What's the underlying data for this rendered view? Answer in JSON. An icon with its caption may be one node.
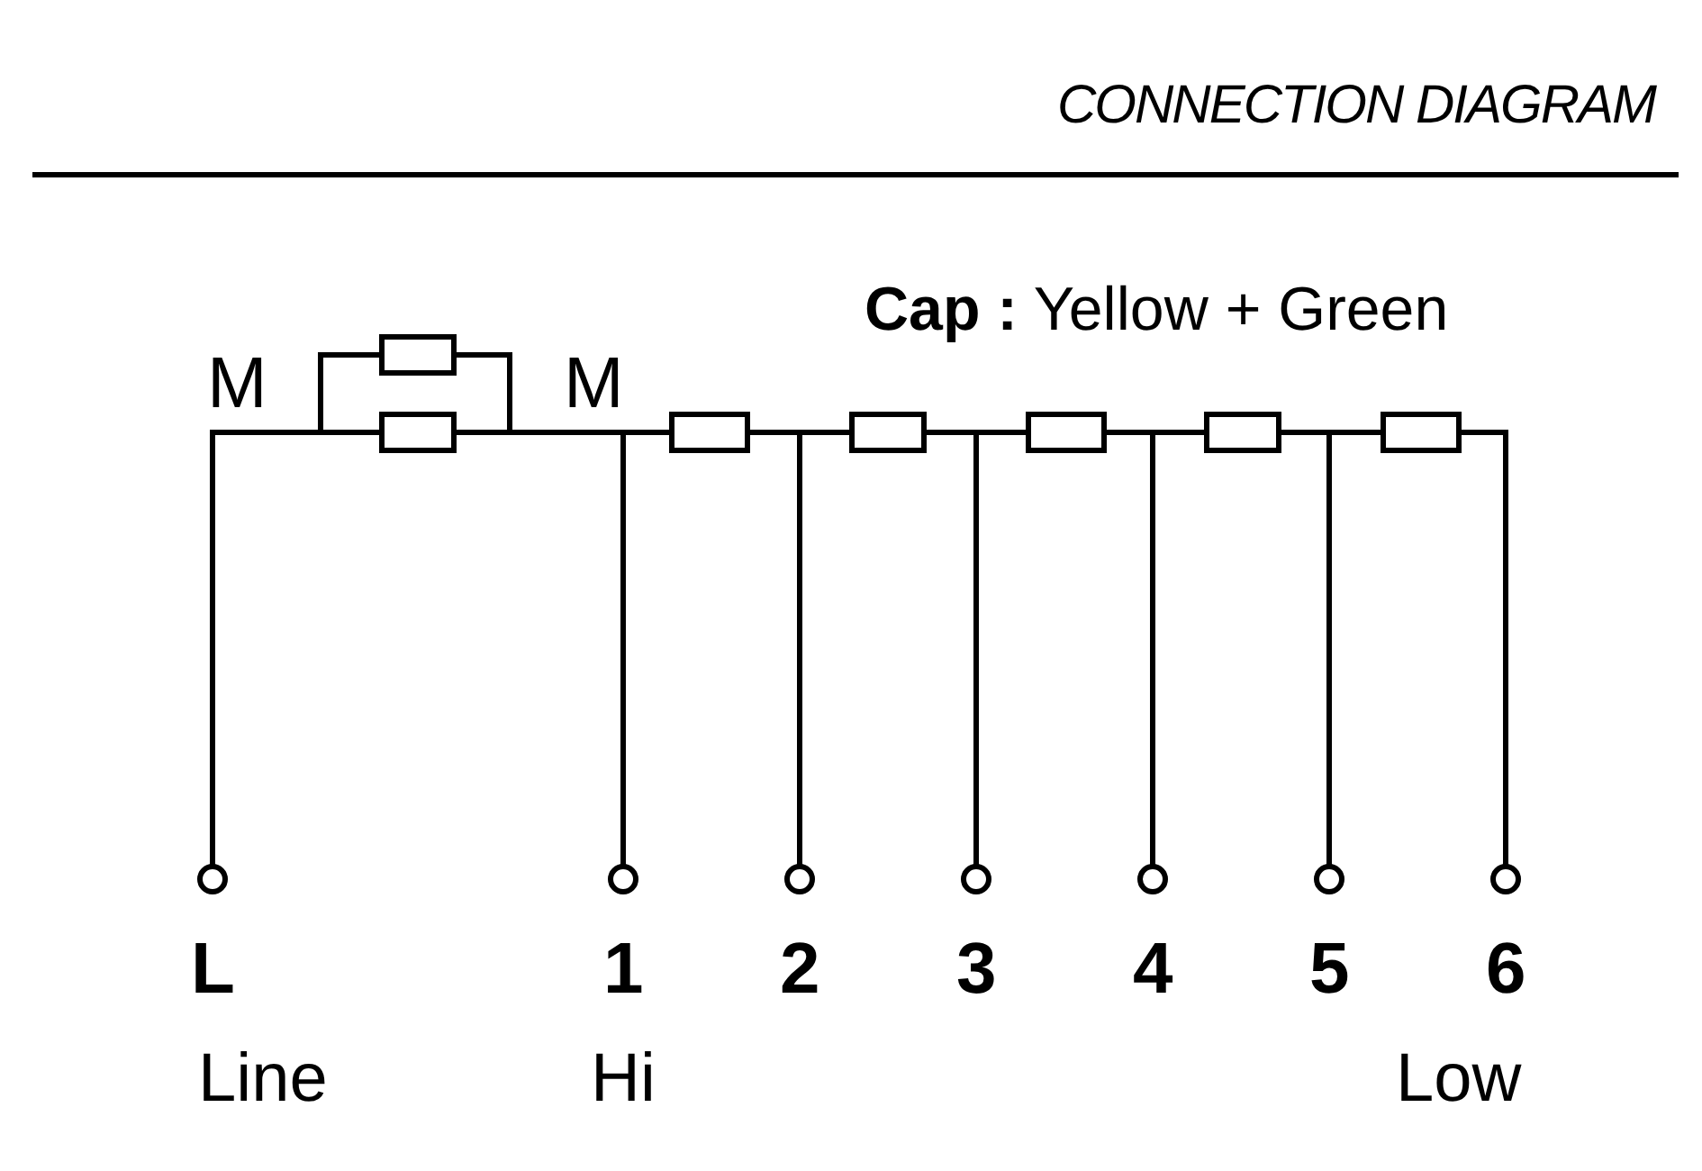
{
  "diagram": {
    "title": "CONNECTION DIAGRAM",
    "labels": [
      "**Cap :** Yellow + Green",
      "M",
      "M",
      "L",
      "1",
      "2",
      "3",
      "4",
      "5",
      "6",
      "Line",
      "Hi",
      "Low"
    ]
  }
}
